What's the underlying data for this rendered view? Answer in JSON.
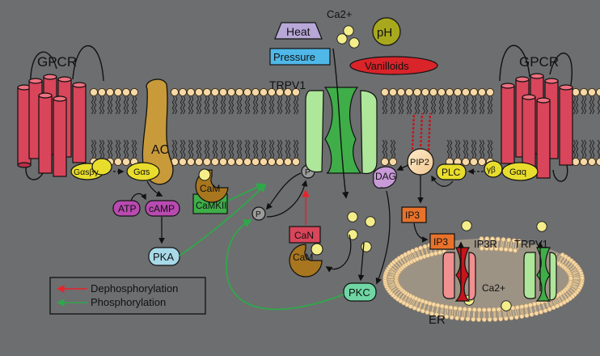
{
  "stimuli": {
    "heat": "Heat",
    "pressure": "Pressure",
    "ca": "Ca2+",
    "ph": "pH",
    "vanilloids": "Vanilloids"
  },
  "receptors": {
    "gpcr_left": "GPCR",
    "gpcr_right": "GPCR",
    "trpv1": "TRPV1"
  },
  "proteins": {
    "gas_beta_gamma": "Gαsβγ",
    "gas": "Gαs",
    "ac": "AC",
    "atp": "ATP",
    "camp": "cAMP",
    "pka": "PKA",
    "cam_top": "CaM",
    "camkii": "CaMKII",
    "can": "CaN",
    "cam_bottom": "CaM",
    "pkc": "PKC",
    "dag": "DAG",
    "pip2": "PIP2",
    "plc": "PLC",
    "gbg_right": "γβ",
    "gaq": "Gαq",
    "ip3_cyto": "IP3",
    "ip3_er": "IP3"
  },
  "phospho_sites": {
    "p1": "P",
    "p2": "P"
  },
  "er": {
    "label": "ER",
    "ip3r": "IP3R",
    "trpv1": "TRPV1",
    "ca": "Ca2+"
  },
  "legend": {
    "dephosphorylation": "Dephosphorylation",
    "phosphorylation": "Phosphorylation"
  },
  "colors": {
    "background": "#6d6e70",
    "trpv1_green": "#8fd672",
    "gpcr_red": "#d9455a",
    "ac_brown": "#c89a3a",
    "calcium_yellow": "#f4ee8a",
    "vanilloid_red": "#d9242a",
    "dephosphorylation_arrow": "#e8242a",
    "phosphorylation_arrow": "#2fa84a"
  }
}
